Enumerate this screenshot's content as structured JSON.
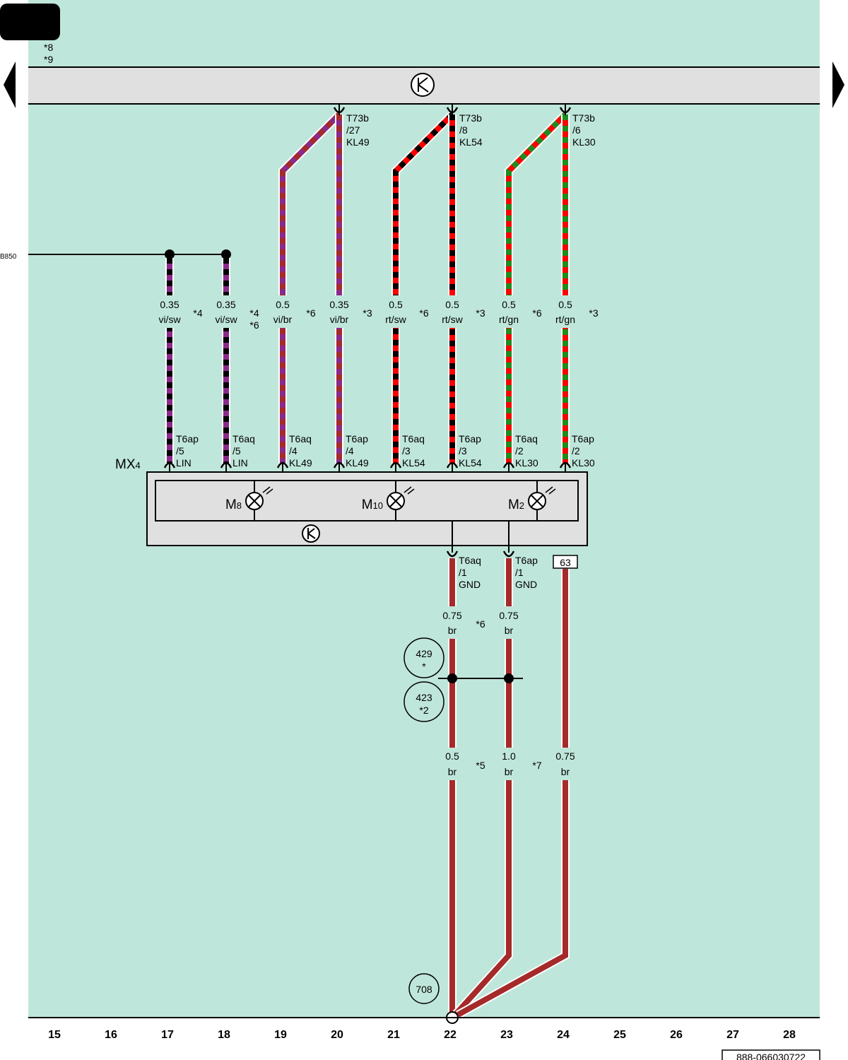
{
  "header": {
    "notes": [
      "*8",
      "*9"
    ]
  },
  "left_reference": "B850",
  "top_connector": {
    "pins": [
      {
        "name": "T73b",
        "pin": "/27",
        "signal": "KL49"
      },
      {
        "name": "T73b",
        "pin": "/8",
        "signal": "KL54"
      },
      {
        "name": "T73b",
        "pin": "/6",
        "signal": "KL30"
      }
    ]
  },
  "upper_wires": [
    {
      "size": "0.35",
      "color": "vi/sw",
      "note": "*4"
    },
    {
      "size": "0.35",
      "color": "vi/sw",
      "note": "*4\n*6"
    },
    {
      "size": "0.5",
      "color": "vi/br",
      "note": "*6"
    },
    {
      "size": "0.35",
      "color": "vi/br",
      "note": "*3"
    },
    {
      "size": "0.5",
      "color": "rt/sw",
      "note": "*6"
    },
    {
      "size": "0.5",
      "color": "rt/sw",
      "note": "*3"
    },
    {
      "size": "0.5",
      "color": "rt/gn",
      "note": "*6"
    },
    {
      "size": "0.5",
      "color": "rt/gn",
      "note": "*3"
    }
  ],
  "module_pins": [
    {
      "name": "T6ap",
      "pin": "/5",
      "signal": "LIN"
    },
    {
      "name": "T6aq",
      "pin": "/5",
      "signal": "LIN"
    },
    {
      "name": "T6aq",
      "pin": "/4",
      "signal": "KL49"
    },
    {
      "name": "T6ap",
      "pin": "/4",
      "signal": "KL49"
    },
    {
      "name": "T6aq",
      "pin": "/3",
      "signal": "KL54"
    },
    {
      "name": "T6ap",
      "pin": "/3",
      "signal": "KL54"
    },
    {
      "name": "T6aq",
      "pin": "/2",
      "signal": "KL30"
    },
    {
      "name": "T6ap",
      "pin": "/2",
      "signal": "KL30"
    }
  ],
  "module": {
    "label": "MX",
    "label_sub": "4",
    "lamps": [
      {
        "name": "M",
        "sub": "8"
      },
      {
        "name": "M",
        "sub": "10"
      },
      {
        "name": "M",
        "sub": "2"
      }
    ]
  },
  "ground_pins": [
    {
      "name": "T6aq",
      "pin": "/1",
      "signal": "GND"
    },
    {
      "name": "T6ap",
      "pin": "/1",
      "signal": "GND"
    }
  ],
  "ref_box": "63",
  "ground_wires_upper": [
    {
      "size": "0.75",
      "color": "br"
    },
    {
      "size": "0.75",
      "color": "br"
    }
  ],
  "ground_note_upper": "*6",
  "splice_refs": [
    {
      "number": "429",
      "note": "*"
    },
    {
      "number": "423",
      "note": "*2"
    }
  ],
  "ground_wires_lower": [
    {
      "size": "0.5",
      "color": "br",
      "note": "*5"
    },
    {
      "size": "1.0",
      "color": "br",
      "note": "*7"
    },
    {
      "size": "0.75",
      "color": "br",
      "note": ""
    }
  ],
  "ground_point": "708",
  "columns": [
    "15",
    "16",
    "17",
    "18",
    "19",
    "20",
    "21",
    "22",
    "23",
    "24",
    "25",
    "26",
    "27",
    "28"
  ],
  "footer_code": "888-066030722",
  "colors": {
    "background": "#bfe6da",
    "bar": "#e0e0e0",
    "violet": "#8a2a8a",
    "black": "#000000",
    "brown": "#a52a2a",
    "red": "#ff0000",
    "green": "#1e8c1e"
  }
}
